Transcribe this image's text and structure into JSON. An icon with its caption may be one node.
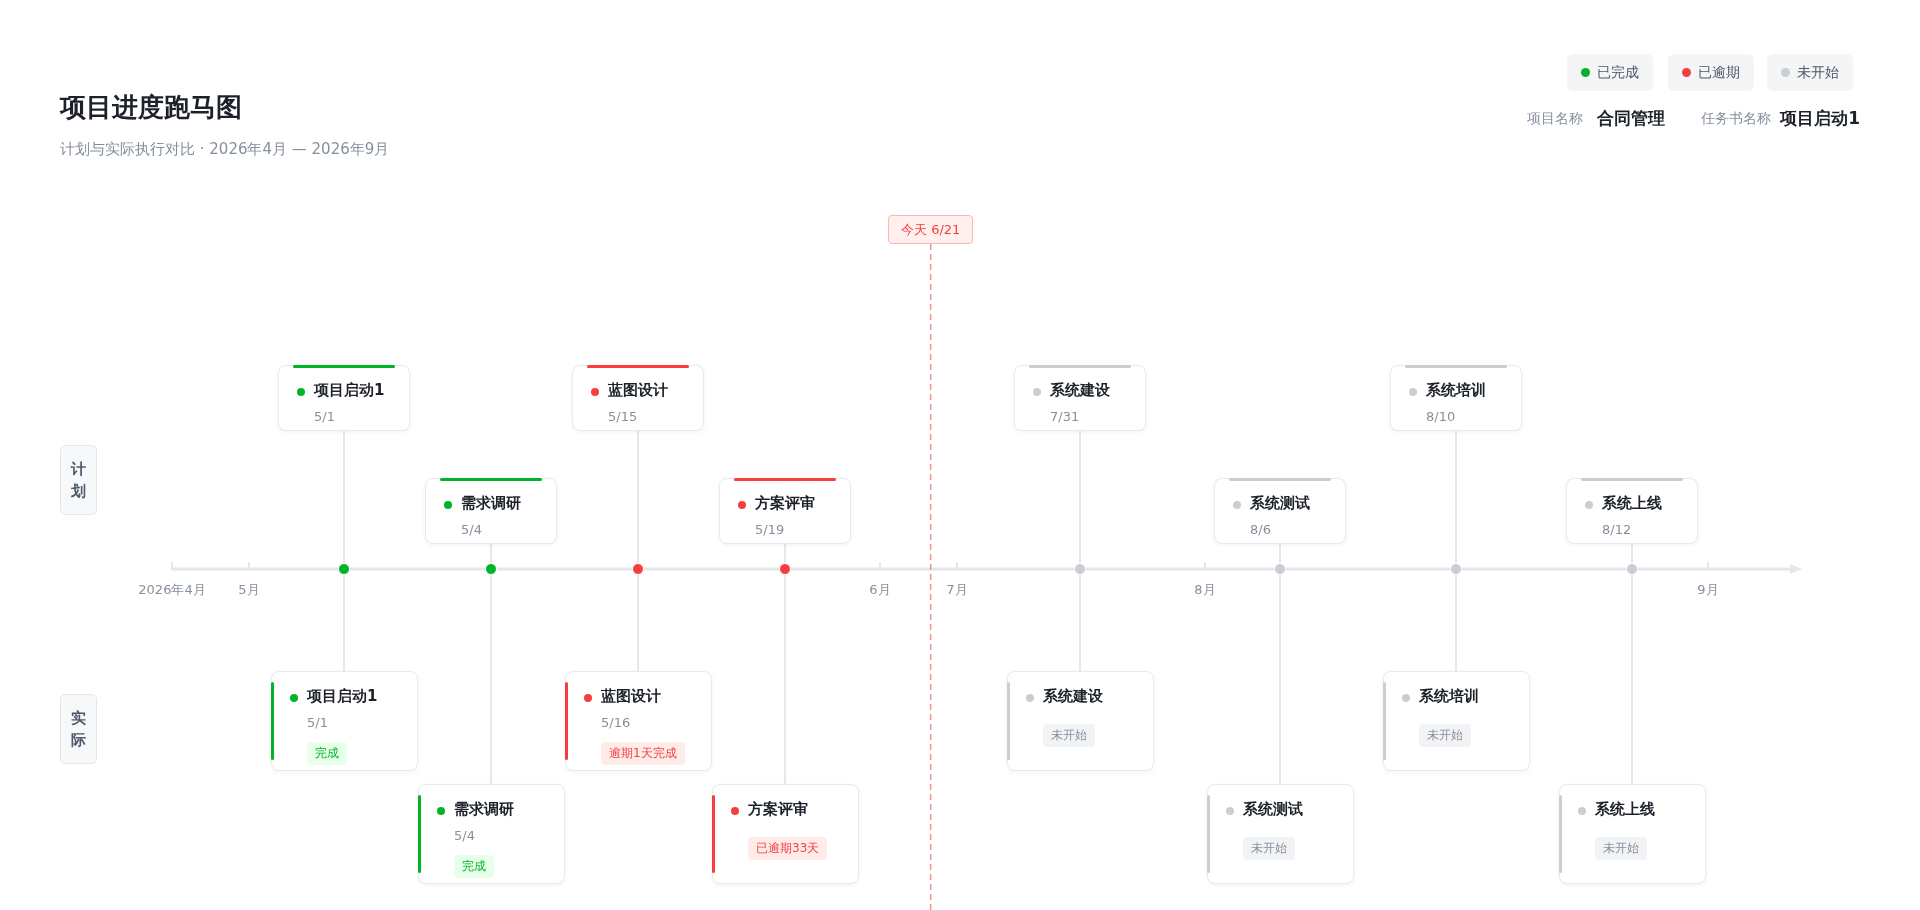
{
  "diagram": {
    "title": "项目进度跑马图",
    "nodes": [
      {
        "text": [
          "今天 6/21"
        ]
      },
      {
        "text": [
          "计划"
        ]
      },
      {
        "text": [
          "实际"
        ]
      },
      {
        "text": [
          "项目启动1",
          "5/1"
        ]
      },
      {
        "text": [
          "需求调研",
          "5/4"
        ]
      },
      {
        "text": [
          "蓝图设计",
          "5/15"
        ]
      },
      {
        "text": [
          "方案评审",
          "5/19"
        ]
      },
      {
        "text": [
          "系统建设",
          "7/31"
        ]
      },
      {
        "text": [
          "系统测试",
          "8/6"
        ]
      },
      {
        "text": [
          "系统培训",
          "8/10"
        ]
      },
      {
        "text": [
          "系统上线",
          "8/12"
        ]
      },
      {
        "text": [],
        "shape": "circle"
      },
      {
        "text": [],
        "shape": "circle"
      },
      {
        "text": [],
        "shape": "circle"
      },
      {
        "text": [],
        "shape": "circle"
      },
      {
        "text": [],
        "shape": "circle"
      },
      {
        "text": [],
        "shape": "circle"
      },
      {
        "text": [],
        "shape": "circle"
      },
      {
        "text": [],
        "shape": "circle"
      },
      {
        "text": [
          "项目启动1",
          "5/1",
          "完成"
        ]
      },
      {
        "text": [
          "需求调研",
          "5/4",
          "完成"
        ]
      },
      {
        "text": [
          "蓝图设计",
          "5/16",
          "逾期1天完成"
        ]
      },
      {
        "text": [
          "方案评审",
          "已逾期33天"
        ]
      },
      {
        "text": [
          "系统建设",
          "未开始"
        ]
      },
      {
        "text": [
          "系统测试",
          "未开始"
        ]
      },
      {
        "text": [
          "系统培训",
          "未开始"
        ]
      },
      {
        "text": [
          "系统上线",
          "未开始"
        ]
      }
    ],
    "edges": [
      {
        "from": 0,
        "to": null,
        "arrow": "none",
        "style": "dashed",
        "color": "#f78f8f"
      },
      {
        "from": 3,
        "to": 11,
        "arrow": "none"
      },
      {
        "from": 11,
        "to": 19,
        "arrow": "none"
      },
      {
        "from": 4,
        "to": 12,
        "arrow": "none"
      },
      {
        "from": 12,
        "to": 20,
        "arrow": "none"
      },
      {
        "from": 5,
        "to": 13,
        "arrow": "none"
      },
      {
        "from": 13,
        "to": 21,
        "arrow": "none"
      },
      {
        "from": 6,
        "to": 14,
        "arrow": "none"
      },
      {
        "from": 14,
        "to": 22,
        "arrow": "none"
      },
      {
        "from": 7,
        "to": 15,
        "arrow": "none"
      },
      {
        "from": 15,
        "to": 23,
        "arrow": "none"
      },
      {
        "from": 8,
        "to": 16,
        "arrow": "none"
      },
      {
        "from": 16,
        "to": 24,
        "arrow": "none"
      },
      {
        "from": 9,
        "to": 17,
        "arrow": "none"
      },
      {
        "from": 17,
        "to": 25,
        "arrow": "none"
      },
      {
        "from": 10,
        "to": 18,
        "arrow": "none"
      },
      {
        "from": 18,
        "to": 26,
        "arrow": "none"
      }
    ],
    "labels": [
      "计划与实际执行对比 · 2026年4月 — 2026年9月",
      "项目名称",
      "合同管理",
      "任务书名称",
      "项目启动1",
      "2026年4月",
      "5月",
      "6月",
      "7月",
      "8月",
      "9月"
    ],
    "legend": [
      {
        "text": "已完成",
        "color": "#00b42a"
      },
      {
        "text": "已逾期",
        "color": "#f53f3f"
      },
      {
        "text": "未开始",
        "color": "#c9cdd4"
      }
    ]
  }
}
